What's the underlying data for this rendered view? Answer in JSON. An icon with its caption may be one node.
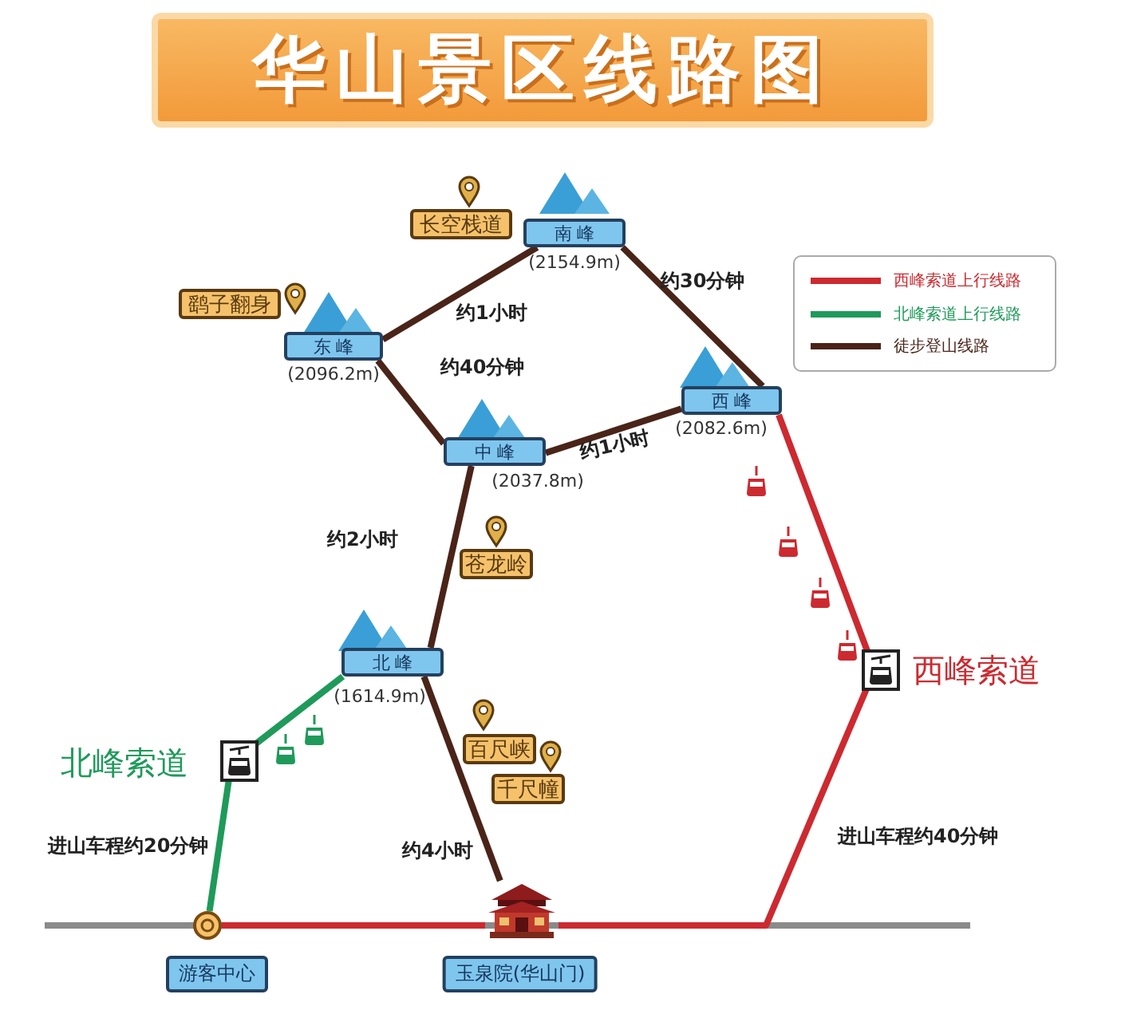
{
  "diagram": {
    "title": "华山景区线路图",
    "nodes": [
      {
        "text": [
          "南 峰"
        ],
        "beside": [
          "(2154.9m)"
        ]
      },
      {
        "text": [
          "东 峰"
        ],
        "beside": [
          "(2096.2m)"
        ]
      },
      {
        "text": [
          "西 峰"
        ],
        "beside": [
          "(2082.6m)"
        ]
      },
      {
        "text": [
          "中 峰"
        ],
        "beside": [
          "(2037.8m)"
        ]
      },
      {
        "text": [
          "北 峰"
        ],
        "beside": [
          "(1614.9m)"
        ]
      },
      {
        "text": [],
        "shape": "circle",
        "beside": [
          "游客中心"
        ]
      },
      {
        "text": [],
        "shape": "picture",
        "beside": [
          "玉泉院(华山门)"
        ]
      },
      {
        "text": [
          "长空栈道"
        ]
      },
      {
        "text": [
          "鹞子翻身"
        ]
      },
      {
        "text": [
          "苍龙岭"
        ]
      },
      {
        "text": [
          "百尺峡"
        ]
      },
      {
        "text": [
          "千尺幢"
        ]
      }
    ],
    "edges": [
      {
        "from": 0,
        "to": 1,
        "arrow": "none",
        "label": "约1小时"
      },
      {
        "from": 0,
        "to": 2,
        "arrow": "none",
        "label": "约30分钟"
      },
      {
        "from": 1,
        "to": 3,
        "arrow": "none",
        "label": "约40分钟"
      },
      {
        "from": 3,
        "to": 2,
        "arrow": "none",
        "label": "约1小时"
      },
      {
        "from": 3,
        "to": 4,
        "arrow": "none",
        "label": "约2小时"
      },
      {
        "from": 4,
        "to": 6,
        "arrow": "none",
        "label": "约4小时"
      },
      {
        "from": 5,
        "to": 4,
        "arrow": "none",
        "label": "进山车程约20分钟",
        "color": "#1f9a5a"
      },
      {
        "from": 5,
        "to": 6,
        "arrow": "none",
        "color": "#cc2a30"
      },
      {
        "from": 6,
        "to": 2,
        "arrow": "none",
        "label": "进山车程约40分钟",
        "color": "#cc2a30"
      }
    ],
    "labels": [
      "北峰索道",
      "西峰索道"
    ],
    "legend": [
      {
        "text": "西峰索道上行线路",
        "color": "#cc2a30"
      },
      {
        "text": "北峰索道上行线路",
        "color": "#1f9a5a"
      },
      {
        "text": "徒步登山线路",
        "color": "#4a2418"
      }
    ]
  }
}
